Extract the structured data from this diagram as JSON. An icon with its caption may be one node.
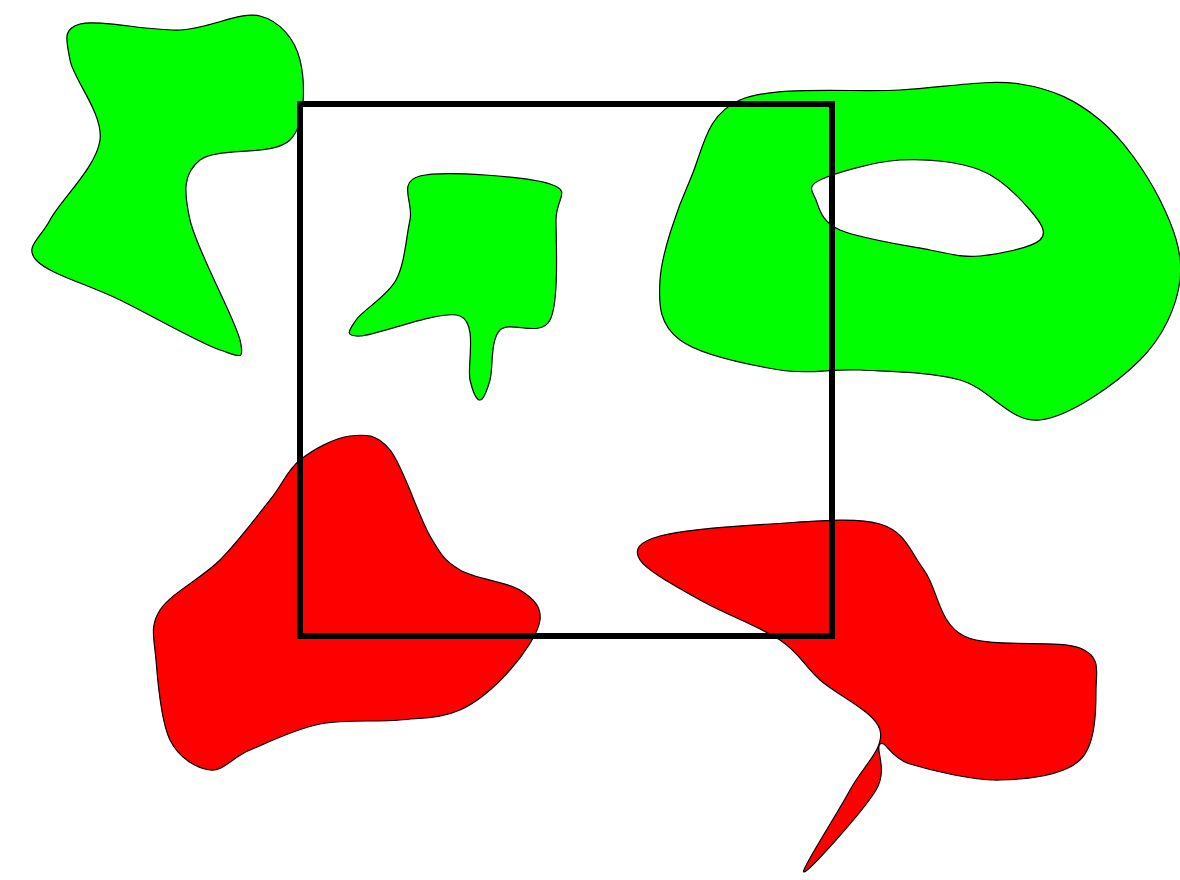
{
  "diagram": {
    "nodes": [
      {
        "text": [],
        "shape": "blob"
      },
      {
        "text": [],
        "shape": "box"
      },
      {
        "text": [],
        "shape": "blob",
        "in": 1
      },
      {
        "text": [],
        "shape": "blob"
      },
      {
        "text": [],
        "shape": "blob"
      },
      {
        "text": [],
        "shape": "blob"
      }
    ]
  }
}
